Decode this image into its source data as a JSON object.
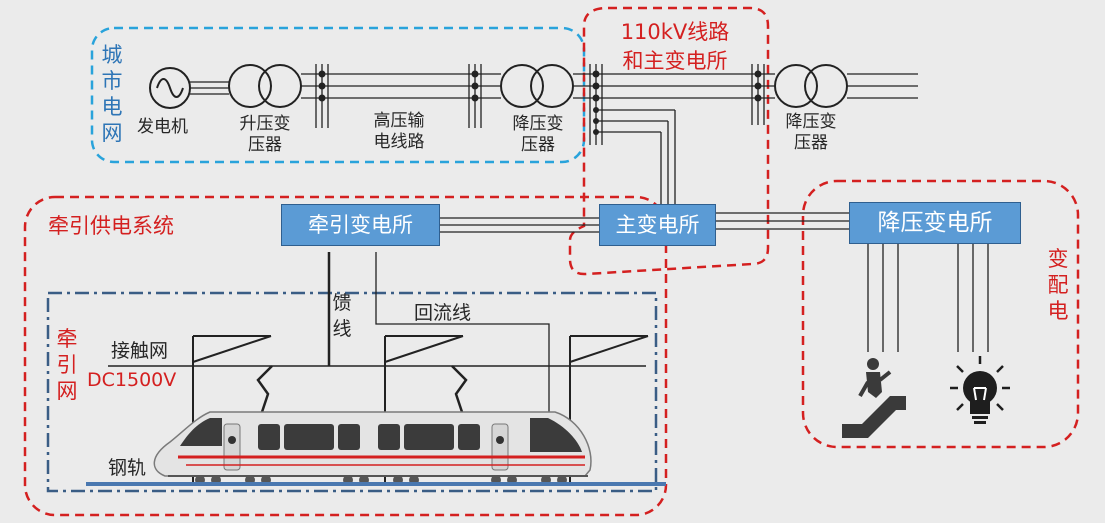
{
  "regions": {
    "city_grid": "城市电网",
    "line_110kv": "110kV线路",
    "main_substation_region": "和主变电所",
    "traction_system": "牵引供电系统",
    "traction_network": "牵引网",
    "distribution": "变配电"
  },
  "components": {
    "generator": "发电机",
    "step_up_transformer": "升压变压器",
    "hv_line": "高压输电线路",
    "step_down_transformer_grid": "降压变压器",
    "step_down_transformer_right": "降压变压器",
    "traction_substation": "牵引变电所",
    "main_substation": "主变电所",
    "step_down_substation": "降压变电所",
    "feeder": "馈线",
    "return_line": "回流线",
    "catenary": "接触网",
    "catenary_voltage": "DC1500V",
    "rail": "钢轨"
  },
  "icons": {
    "load1": "escalator-icon",
    "load2": "light-bulb-icon"
  },
  "colors": {
    "blue_region": "#29a3db",
    "red_region": "#d42020",
    "navy_region": "#3a5d85",
    "box_fill": "#5b9bd5"
  }
}
